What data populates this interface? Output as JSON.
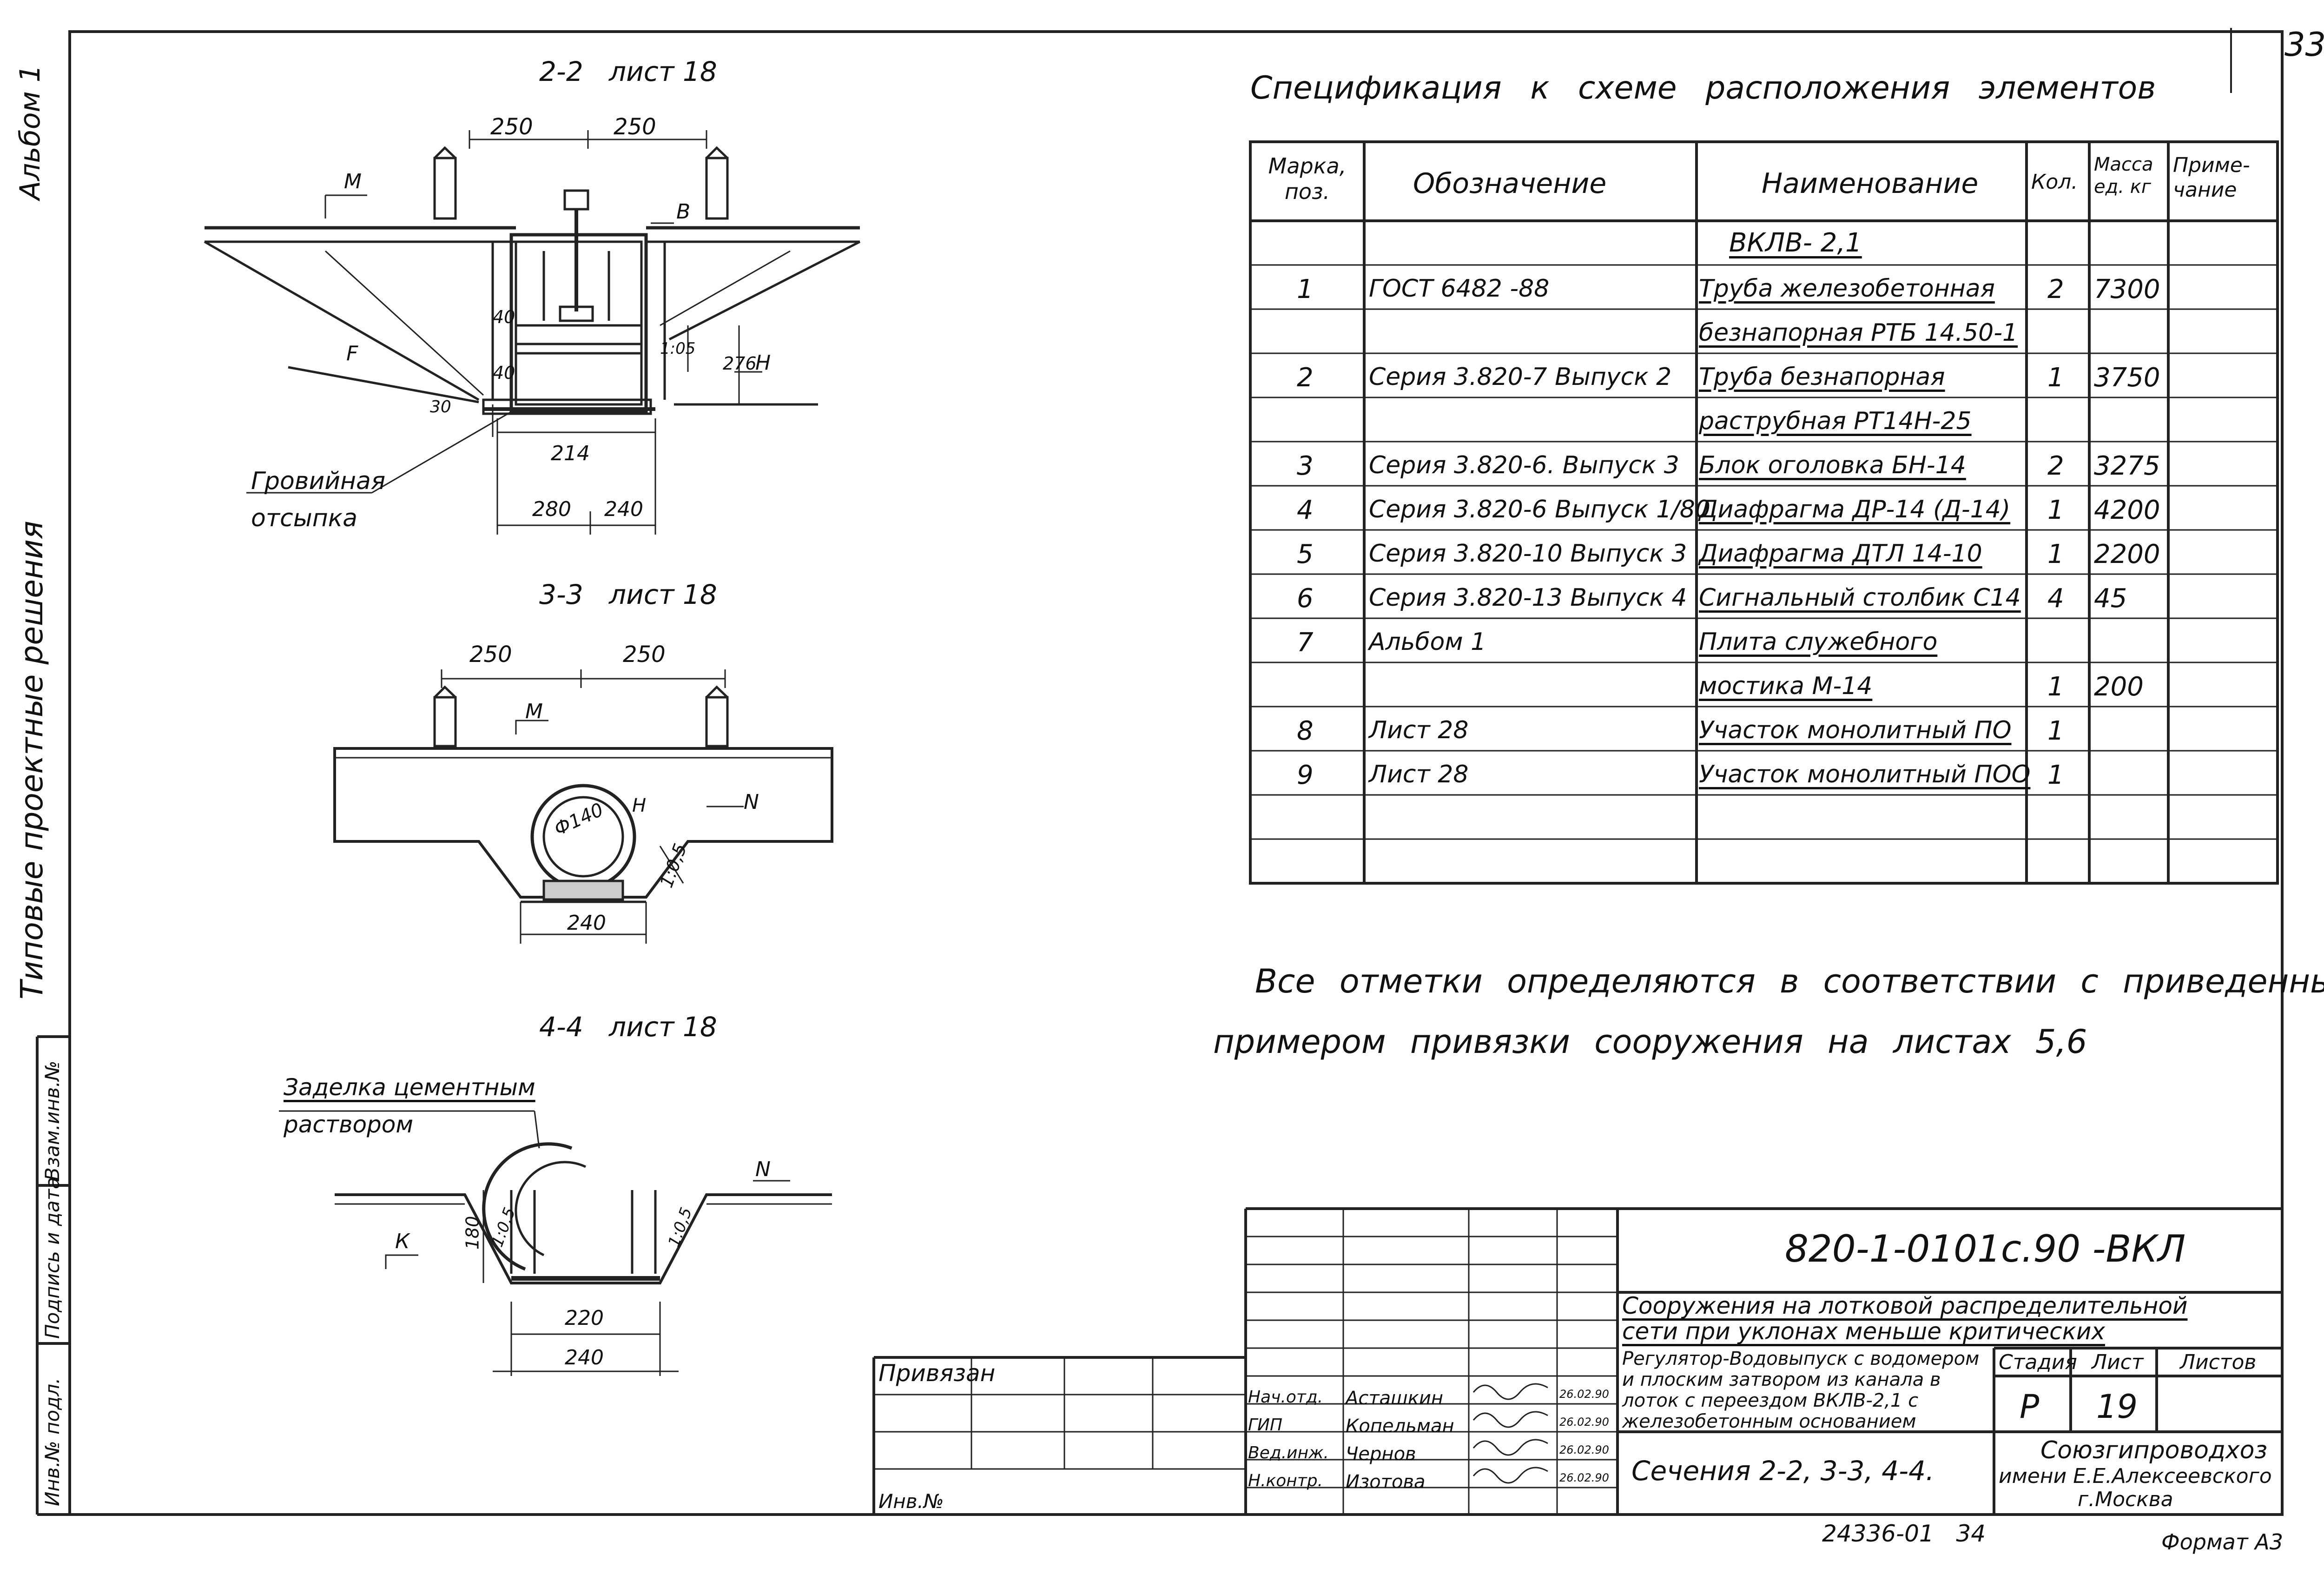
{
  "sheet_number": "33",
  "side_labels": {
    "album": "Альбом 1",
    "series": "Типовые проектные решения",
    "stamp_1": "Инв.№ подл.",
    "stamp_2": "Подпись и дата",
    "stamp_3": "Взам.инв.№"
  },
  "sections": {
    "s22": {
      "title": "2-2",
      "sheet": "лист 18",
      "dim_left": "250",
      "dim_right": "250",
      "marks": {
        "m": "М",
        "b": "В",
        "f": "F",
        "n": "Н"
      },
      "dims": {
        "d40a": "40",
        "d40b": "40",
        "d105": "1:05",
        "d276": "276",
        "d30": "30",
        "d214": "214",
        "d280": "280",
        "d240": "240"
      },
      "note_line1": "Гровийная",
      "note_line2": "отсыпка"
    },
    "s33": {
      "title": "3-3",
      "sheet": "лист 18",
      "dim_left": "250",
      "dim_right": "250",
      "marks": {
        "m": "М",
        "n": "N"
      },
      "pipe_dia": "Ф140",
      "h": "Н",
      "slope": "1:0,5",
      "bottom": "240"
    },
    "s44": {
      "title": "4-4",
      "sheet": "лист 18",
      "note_line1": "Заделка цементным",
      "note_line2": "раствором",
      "marks": {
        "k": "К",
        "n": "N"
      },
      "d180": "180",
      "slope_l": "1:0,5",
      "slope_r": "1:0,5",
      "d220": "220",
      "d240": "240"
    }
  },
  "spec": {
    "title": "Спецификация к схеме расположения элементов",
    "headers": [
      "Марка, поз.",
      "Обозначение",
      "Наименование",
      "Кол.",
      "Масса ед. кг",
      "Приме- чание"
    ],
    "group": "ВКЛВ- 2,1",
    "rows": [
      {
        "pos": "1",
        "designation": "ГОСТ 6482 -88",
        "name": "Труба железобетонная",
        "qty": "2",
        "mass": "7300"
      },
      {
        "pos": "",
        "designation": "",
        "name": "безнапорная РТБ 14.50-1",
        "qty": "",
        "mass": ""
      },
      {
        "pos": "2",
        "designation": "Серия 3.820-7 Выпуск 2",
        "name": "Труба безнапорная",
        "qty": "1",
        "mass": "3750"
      },
      {
        "pos": "",
        "designation": "",
        "name": "раструбная РТ14Н-25",
        "qty": "",
        "mass": ""
      },
      {
        "pos": "3",
        "designation": "Серия 3.820-6. Выпуск 3",
        "name": "Блок оголовка БН-14",
        "qty": "2",
        "mass": "3275"
      },
      {
        "pos": "4",
        "designation": "Серия 3.820-6 Выпуск 1/80",
        "name": "Диафрагма ДР-14 (Д-14)",
        "qty": "1",
        "mass": "4200"
      },
      {
        "pos": "5",
        "designation": "Серия 3.820-10 Выпуск 3",
        "name": "Диафрагма ДТЛ 14-10",
        "qty": "1",
        "mass": "2200"
      },
      {
        "pos": "6",
        "designation": "Серия 3.820-13 Выпуск 4",
        "name": "Сигнальный столбик С14",
        "qty": "4",
        "mass": "45"
      },
      {
        "pos": "7",
        "designation": "Альбом 1",
        "name": "Плита служебного",
        "qty": "",
        "mass": ""
      },
      {
        "pos": "",
        "designation": "",
        "name": "мостика М-14",
        "qty": "1",
        "mass": "200"
      },
      {
        "pos": "8",
        "designation": "Лист 28",
        "name": "Участок монолитный ПО",
        "qty": "1",
        "mass": ""
      },
      {
        "pos": "9",
        "designation": "Лист 28",
        "name": "Участок монолитный ПОО",
        "qty": "1",
        "mass": ""
      }
    ]
  },
  "note_line1": "Все отметки определяются в соответствии с приведенным",
  "note_line2": "примером привязки сооружения на листах 5,6",
  "title_block": {
    "code": "820-1-0101с.90 -ВКЛ",
    "object_line1": "Сооружения на лотковой распределительной",
    "object_line2": "сети при уклонах меньше критических",
    "desc_line1": "Регулятор-Водовыпуск с водомером",
    "desc_line2": "и плоским затвором из канала в",
    "desc_line3": "лоток с переездом ВКЛВ-2,1 с",
    "desc_line4": "железобетонным основанием",
    "stage_h": "Стадия",
    "sheet_h": "Лист",
    "sheets_h": "Листов",
    "stage": "Р",
    "sheet": "19",
    "drawing_name": "Сечения 2-2, 3-3, 4-4.",
    "org_line1": "Союзгипроводхоз",
    "org_line2": "имени Е.Е.Алексеевского",
    "org_line3": "г.Москва",
    "signers": [
      {
        "role": "Нач.отд.",
        "name": "Асташкин",
        "date": "26.02.90"
      },
      {
        "role": "ГИП",
        "name": "Копельман",
        "date": "26.02.90"
      },
      {
        "role": "Вед.инж.",
        "name": "Чернов",
        "date": "26.02.90"
      },
      {
        "role": "Н.контр.",
        "name": "Изотова",
        "date": "26.02.90"
      }
    ],
    "bound": "Привязан",
    "inv": "Инв.№"
  },
  "footer": {
    "archive": "24336-01",
    "page": "34",
    "format": "Формат А3"
  }
}
